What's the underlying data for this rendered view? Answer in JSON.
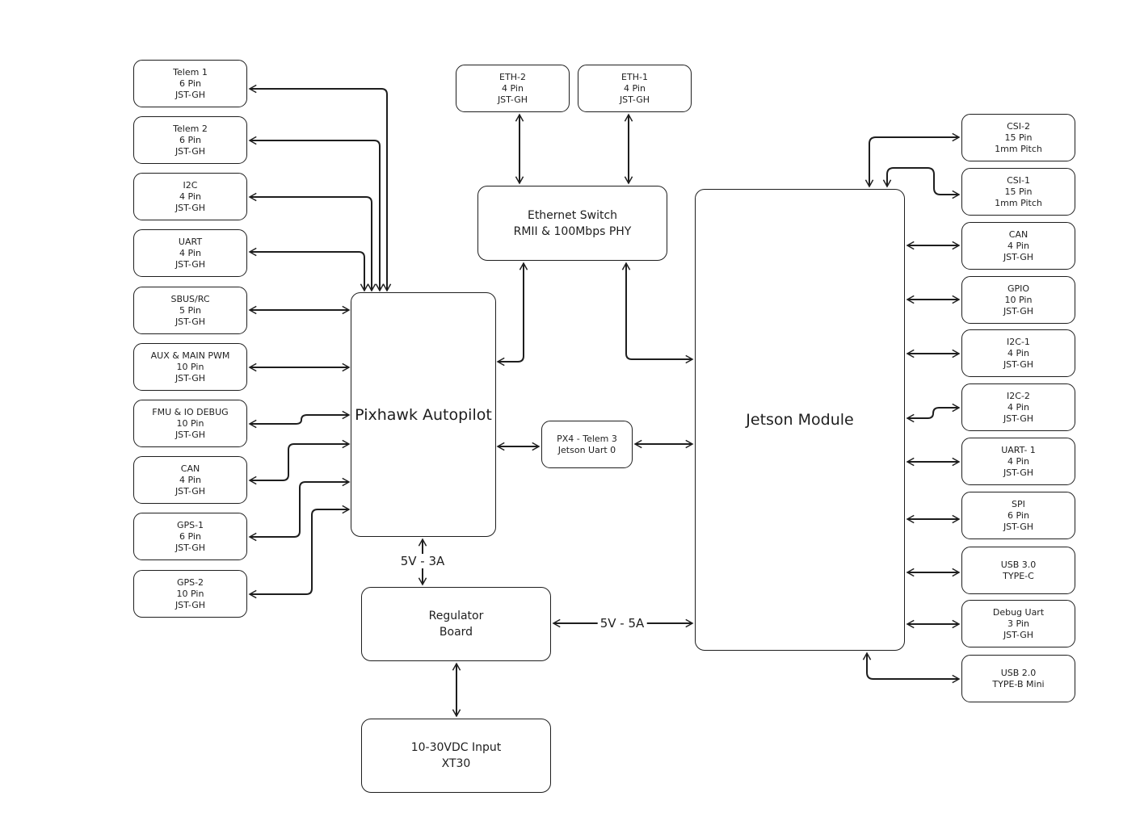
{
  "diagram": {
    "left_connectors": [
      {
        "id": "telem1",
        "label": "Telem 1\n6 Pin\nJST-GH"
      },
      {
        "id": "telem2",
        "label": "Telem 2\n6 Pin\nJST-GH"
      },
      {
        "id": "i2c",
        "label": "I2C\n4 Pin\nJST-GH"
      },
      {
        "id": "uart",
        "label": "UART\n4 Pin\nJST-GH"
      },
      {
        "id": "sbus",
        "label": "SBUS/RC\n5 Pin\nJST-GH"
      },
      {
        "id": "pwm",
        "label": "AUX & MAIN PWM\n10 Pin\nJST-GH"
      },
      {
        "id": "fmu",
        "label": "FMU & IO DEBUG\n10 Pin\nJST-GH"
      },
      {
        "id": "can",
        "label": "CAN\n4 Pin\nJST-GH"
      },
      {
        "id": "gps1",
        "label": "GPS-1\n6 Pin\nJST-GH"
      },
      {
        "id": "gps2",
        "label": "GPS-2\n10 Pin\nJST-GH"
      }
    ],
    "top_connectors": [
      {
        "id": "eth2",
        "label": "ETH-2\n4 Pin\nJST-GH"
      },
      {
        "id": "eth1",
        "label": "ETH-1\n4 Pin\nJST-GH"
      }
    ],
    "right_connectors": [
      {
        "id": "csi2",
        "label": "CSI-2\n15 Pin\n1mm Pitch"
      },
      {
        "id": "csi1",
        "label": "CSI-1\n15 Pin\n1mm Pitch"
      },
      {
        "id": "jcan",
        "label": "CAN\n4 Pin\nJST-GH"
      },
      {
        "id": "gpio",
        "label": "GPIO\n10 Pin\nJST-GH"
      },
      {
        "id": "i2c1",
        "label": "I2C-1\n4 Pin\nJST-GH"
      },
      {
        "id": "i2c2",
        "label": "I2C-2\n4 Pin\nJST-GH"
      },
      {
        "id": "uart1",
        "label": "UART- 1\n4 Pin\nJST-GH"
      },
      {
        "id": "spi",
        "label": "SPI\n6 Pin\nJST-GH"
      },
      {
        "id": "usb3",
        "label": "USB 3.0\nTYPE-C"
      },
      {
        "id": "debug",
        "label": "Debug Uart\n3 Pin\nJST-GH"
      },
      {
        "id": "usb2",
        "label": "USB 2.0\nTYPE-B Mini"
      }
    ],
    "blocks": {
      "pixhawk": "Pixhawk Autopilot",
      "jetson": "Jetson Module",
      "switch": "Ethernet Switch\nRMII & 100Mbps PHY",
      "telem3": "PX4 - Telem 3\nJetson Uart 0",
      "regulator": "Regulator\nBoard",
      "input": "10-30VDC Input\nXT30"
    },
    "power_labels": {
      "pix_power": "5V - 3A",
      "jetson_power": "5V - 5A"
    },
    "colors": {
      "stroke": "#1e1e1e",
      "background": "#ffffff"
    }
  }
}
